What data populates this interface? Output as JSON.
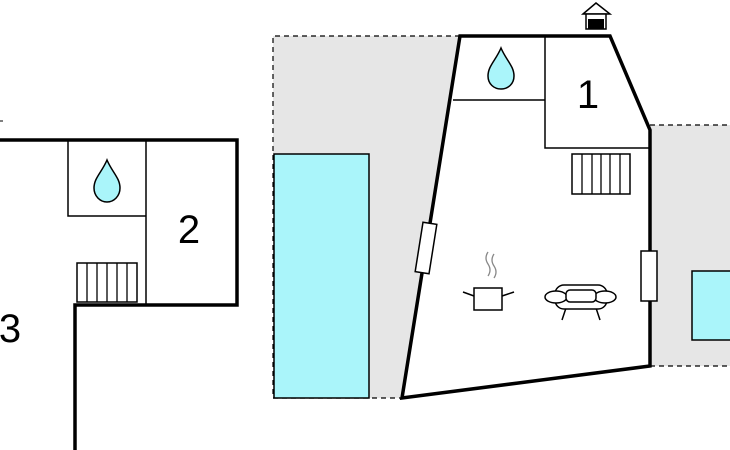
{
  "rooms": [
    {
      "id": "room-1",
      "label": "1"
    },
    {
      "id": "room-2",
      "label": "2"
    },
    {
      "id": "room-3",
      "label": "3"
    }
  ],
  "icons": {
    "water": "water-drop-icon",
    "radiator": "radiator-icon",
    "kitchen": "cooking-pot-icon",
    "living": "sofa-icon",
    "chimney": "chimney-icon",
    "window": "window-icon",
    "pool": "pool-icon"
  },
  "colors": {
    "wall": "#000000",
    "terrace": "#e6e6e6",
    "water": "#aaf5fa",
    "background": "#ffffff"
  }
}
